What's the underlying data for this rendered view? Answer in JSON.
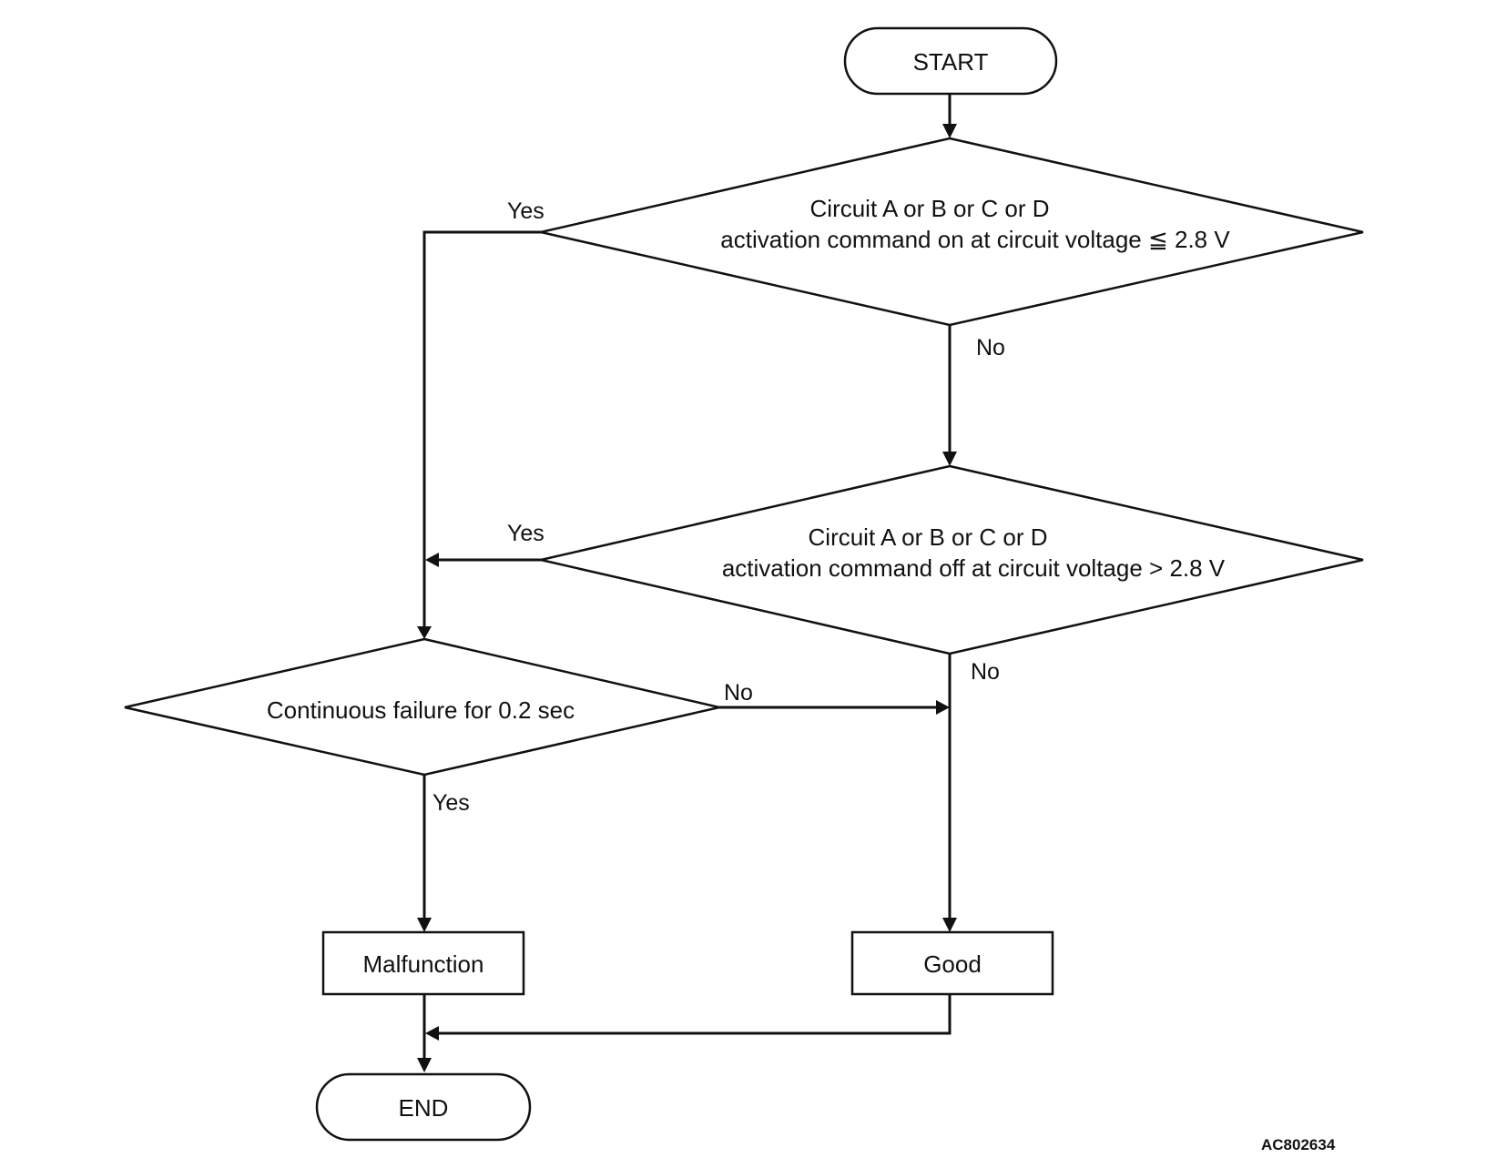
{
  "nodes": {
    "start": "START",
    "decision1": {
      "line1": "Circuit A or B or C or D",
      "line2": "activation command on at circuit voltage ≦ 2.8 V"
    },
    "decision2": {
      "line1": "Circuit A or B or C or D",
      "line2": "activation command off at circuit voltage > 2.8 V"
    },
    "decision3": "Continuous failure for 0.2 sec",
    "malfunction": "Malfunction",
    "good": "Good",
    "end": "END"
  },
  "edge_labels": {
    "d1_yes": "Yes",
    "d1_no": "No",
    "d2_yes": "Yes",
    "d2_no": "No",
    "d3_no": "No",
    "d3_yes": "Yes"
  },
  "figure_id": "AC802634"
}
